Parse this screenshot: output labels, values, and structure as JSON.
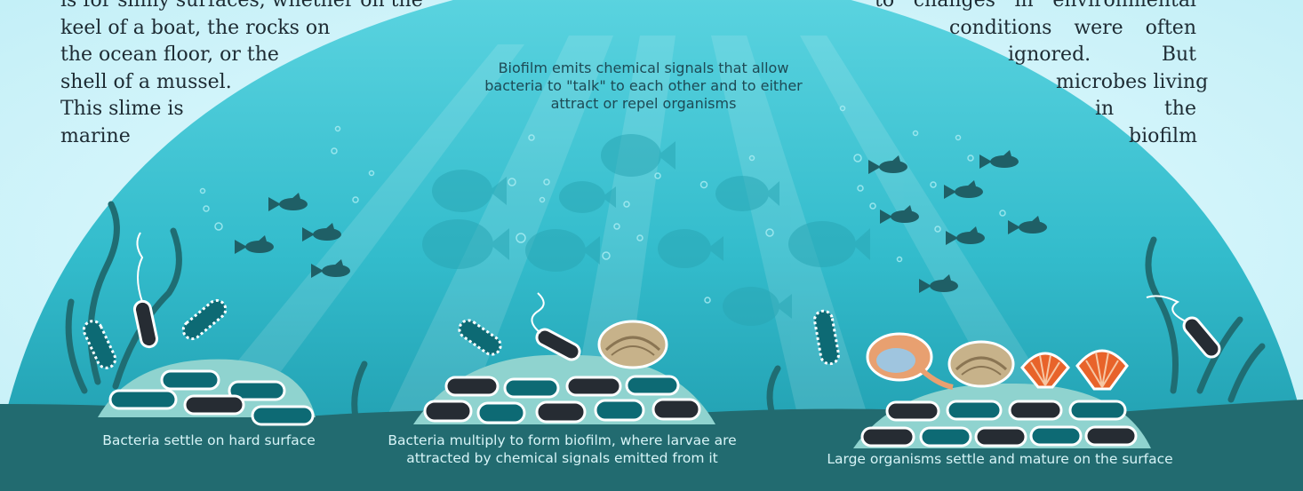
{
  "left_paragraph": {
    "lines": [
      "is for slimy surfaces, whether on the",
      "keel of a boat, the rocks on",
      "the ocean floor, or the",
      "shell of a mussel.",
      "This slime is",
      "marine"
    ]
  },
  "right_paragraph": {
    "lines": [
      [
        "to",
        "changes",
        "in",
        "environmental"
      ],
      [
        "conditions",
        "were",
        "often"
      ],
      [
        "ignored.",
        "But"
      ],
      [
        "microbes living"
      ],
      [
        "in",
        "the"
      ],
      [
        "biofilm"
      ]
    ]
  },
  "top_caption": "Biofilm emits chemical signals that allow bacteria to \"talk\" to each other and to either attract or repel organisms",
  "stages": [
    {
      "caption": "Bacteria settle on hard surface"
    },
    {
      "caption": "Bacteria multiply to form biofilm, where larvae are attracted by chemical signals emitted from it"
    },
    {
      "caption": "Large organisms settle and mature on the surface"
    }
  ],
  "colors": {
    "sky": "#c9f0f7",
    "water_top": "#4fcfdc",
    "water_bottom": "#1f9fb1",
    "seabed": "#226b70",
    "biofilm": "#8fd3cf",
    "bacteria_dark": "#262c33",
    "bacteria_teal": "#0d6a74",
    "fish": "#1f5f66",
    "shell": "#c7b28a",
    "scallop": "#e8632a"
  }
}
